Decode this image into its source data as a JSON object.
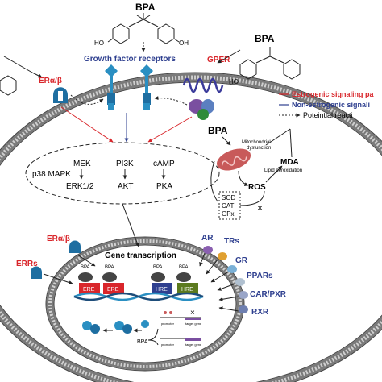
{
  "top": {
    "bpa_title": "BPA",
    "growth_factor_receptors": "Growth factor receptors",
    "bpa_right": "BPA",
    "gper": "GPER",
    "er_alpha_beta": "ERα/β",
    "ho_left": "HO",
    "ho_right": "HO",
    "oh_right": "OH"
  },
  "legend": {
    "estrogenic": "Estrogenic signaling pa",
    "non_estrogenic": "Non-estrogenic signali",
    "potential": "Poteintial reacti",
    "colors": {
      "estrogenic": "#d9262b",
      "non_estrogenic": "#2e3f8f"
    }
  },
  "cytoplasm": {
    "p38": "p38 MAPK",
    "mek": "MEK",
    "erk": "ERK1/2",
    "pi3k": "PI3K",
    "akt": "AKT",
    "camp": "cAMP",
    "pka": "PKA",
    "bpa_mito": "BPA",
    "mito_label_1": "Mitochondrial",
    "mito_label_2": "dysfunction",
    "ros": "ROS",
    "mda": "MDA",
    "lipid": "Lipid peroxidation",
    "sod": "SOD",
    "cat": "CAT",
    "gpx": "GPx",
    "er_lower": "ERα/β",
    "errs": "ERRs",
    "inhibit": "×"
  },
  "nucleus": {
    "gene_transcription": "Gene transcription",
    "bpa_small": "BPA",
    "ere": "ERE",
    "hre": "HRE",
    "ar": "AR",
    "trs": "TRs",
    "gr": "GR",
    "ppars": "PPARs",
    "car_pxr": "CAR/PXR",
    "rxr": "RXR",
    "promoter": "promoter",
    "target_gene": "target gene",
    "bpa_epi": "BPA"
  }
}
